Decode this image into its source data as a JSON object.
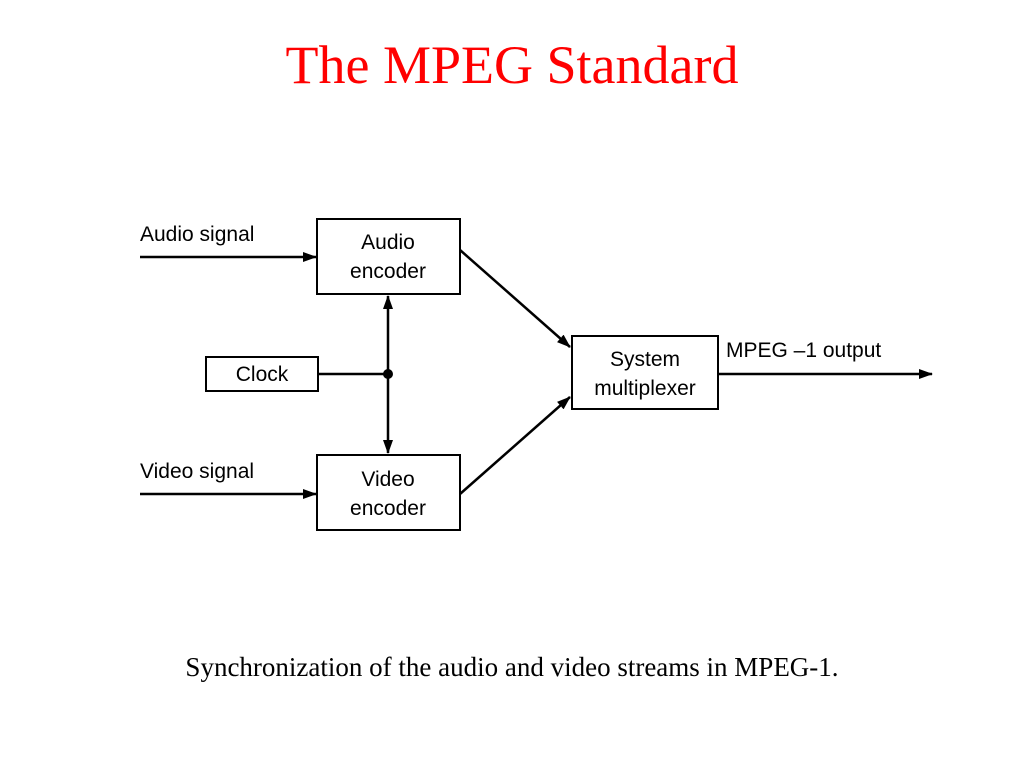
{
  "slide": {
    "title": "The MPEG Standard",
    "caption": "Synchronization of the audio and video streams in MPEG-1."
  },
  "diagram": {
    "audio_signal_label": "Audio signal",
    "video_signal_label": "Video signal",
    "clock_label": "Clock",
    "audio_encoder_line1": "Audio",
    "audio_encoder_line2": "encoder",
    "video_encoder_line1": "Video",
    "video_encoder_line2": "encoder",
    "multiplexer_line1": "System",
    "multiplexer_line2": "multiplexer",
    "output_label": "MPEG –1 output"
  }
}
